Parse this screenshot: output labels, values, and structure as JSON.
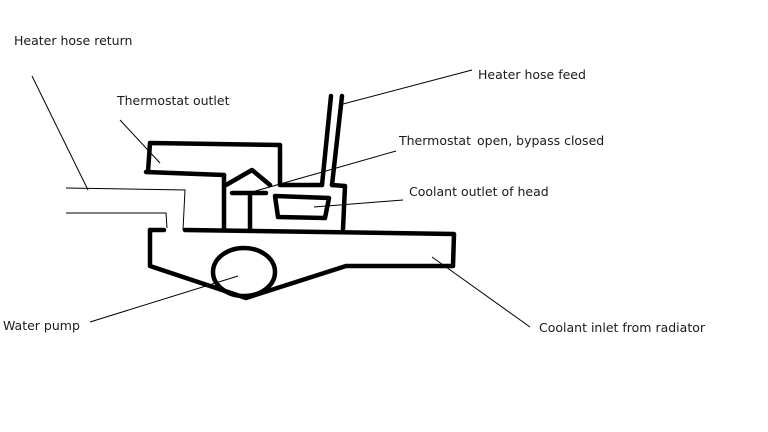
{
  "diagram": {
    "type": "schematic",
    "subject": "Engine coolant thermostat housing cross-section",
    "labels": {
      "heater_hose_return": "Heater hose return",
      "thermostat_outlet": "Thermostat outlet",
      "heater_hose_feed": "Heater hose feed",
      "thermostat": "Thermostat",
      "thermostat_state": "open, bypass closed",
      "coolant_outlet_of_head": "Coolant outlet of head",
      "water_pump": "Water pump",
      "coolant_inlet_from_radiator": "Coolant inlet from radiator"
    },
    "colors": {
      "line": "#000000",
      "text": "#1a1a1a",
      "background": "#ffffff"
    }
  }
}
